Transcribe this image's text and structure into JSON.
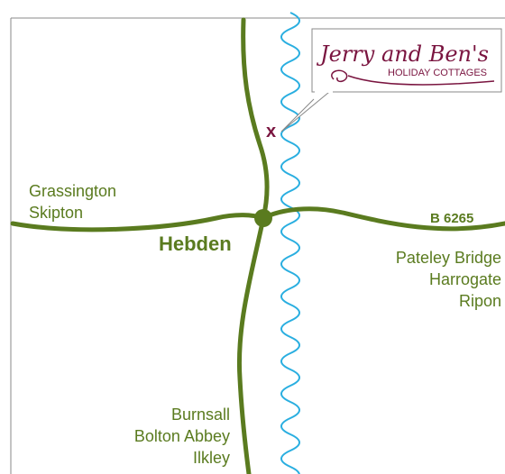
{
  "logo": {
    "title": "Jerry and Ben's",
    "subtitle": "HOLIDAY COTTAGES"
  },
  "marker": {
    "label": "x"
  },
  "town": {
    "name": "Hebden"
  },
  "road": {
    "number": "B 6265"
  },
  "destinations": {
    "west": [
      "Grassington",
      "Skipton"
    ],
    "east": [
      "Pateley Bridge",
      "Harrogate",
      "Ripon"
    ],
    "south": [
      "Burnsall",
      "Bolton Abbey",
      "Ilkley"
    ]
  },
  "colors": {
    "road": "#5a7b1f",
    "river": "#29aee0",
    "brand": "#7a1540",
    "text": "#5a7b1f",
    "border": "#888888"
  }
}
